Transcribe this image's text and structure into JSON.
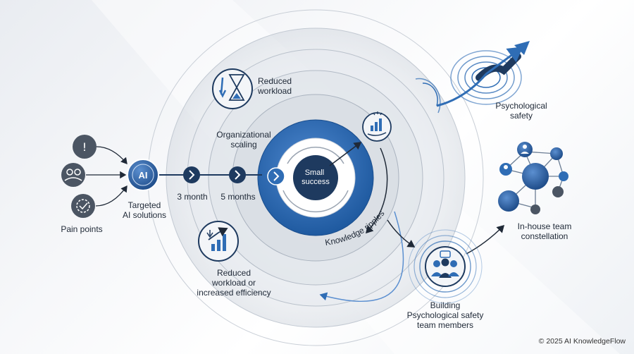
{
  "labels": {
    "pain_points": "Pain points",
    "targeted_ai": "Targeted\nAI solutions",
    "ai_badge": "AI",
    "three_month": "3 month",
    "five_months": "5 months",
    "small_success": "Small\nsuccess",
    "reduced_workload": "Reduced\nworkload",
    "organizational_scaling": "Organizational\nscaling",
    "reduced_workload_efficiency": "Reduced\nworkload or\nincreased efficiency",
    "knowledge_ripples": "Knowledge ripples",
    "psychological_safety": "Psychological\nsafety",
    "inhouse_team": "In-house team\nconstellation",
    "building_safety": "Building\nPsychological safety\nteam members"
  },
  "footer": "© 2025 AI KnowledgeFlow",
  "colors": {
    "navy": "#1e3a5f",
    "blue": "#2f6db5",
    "light_blue": "#5b8fd0",
    "gray_icon": "#4b5563",
    "ring_line": "#b8c0cb"
  },
  "icons": [
    "warning-icon",
    "people-icon",
    "gear-check-icon",
    "ai-brain-icon",
    "chevron-right-icon",
    "hourglass-icon",
    "growth-chart-icon",
    "bar-chart-hand-icon",
    "network-icon",
    "group-chat-icon",
    "trend-arrow-icon"
  ]
}
